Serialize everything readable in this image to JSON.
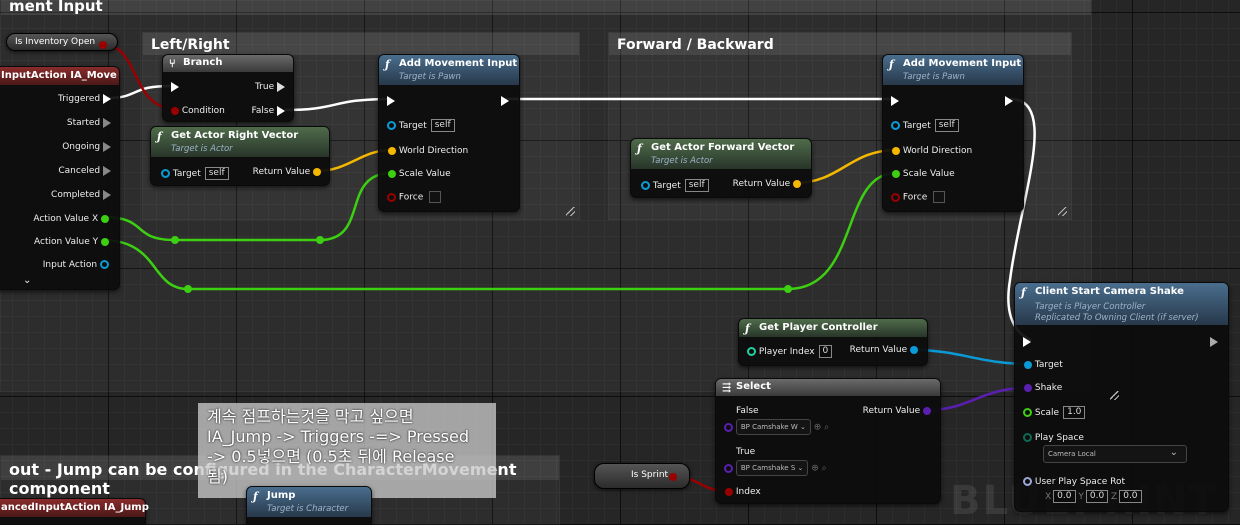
{
  "top_comment_title": "ment Input",
  "bottom_comment_title": "out - Jump can be configured in the CharacterMovement component",
  "watermark": "BLUEPRINT",
  "groups": {
    "left_right": "Left/Right",
    "forward_backward": "Forward / Backward"
  },
  "nodes": {
    "is_inventory_open": "Is Inventory Open",
    "is_sprint": "Is Sprint",
    "ia_move": {
      "title": "InputAction IA_Move",
      "pins": [
        "Triggered",
        "Started",
        "Ongoing",
        "Canceled",
        "Completed",
        "Action Value X",
        "Action Value Y",
        "Input Action"
      ]
    },
    "branch": {
      "title": "Branch",
      "condition": "Condition",
      "true_label": "True",
      "false_label": "False"
    },
    "right_vector": {
      "title": "Get Actor Right Vector",
      "subtitle": "Target is Actor",
      "target": "Target",
      "self": "self",
      "return_value": "Return Value"
    },
    "forward_vector": {
      "title": "Get Actor Forward Vector",
      "subtitle": "Target is Actor",
      "target": "Target",
      "self": "self",
      "return_value": "Return Value"
    },
    "add_movement_1": {
      "title": "Add Movement Input",
      "subtitle": "Target is Pawn",
      "target": "Target",
      "self": "self",
      "world_direction": "World Direction",
      "scale_value": "Scale Value",
      "force": "Force"
    },
    "add_movement_2": {
      "title": "Add Movement Input",
      "subtitle": "Target is Pawn",
      "target": "Target",
      "self": "self",
      "world_direction": "World Direction",
      "scale_value": "Scale Value",
      "force": "Force"
    },
    "camera_shake": {
      "title": "Client Start Camera Shake",
      "subtitle1": "Target is Player Controller",
      "subtitle2": "Replicated To Owning Client (if server)",
      "target": "Target",
      "shake": "Shake",
      "scale": "Scale",
      "scale_value": "1.0",
      "play_space": "Play Space",
      "play_space_value": "Camera Local",
      "user_rot": "User Play Space Rot",
      "rot_x": "0.0",
      "rot_y": "0.0",
      "rot_z": "0.0"
    },
    "get_player_controller": {
      "title": "Get Player Controller",
      "player_index": "Player Index",
      "index_value": "0",
      "return_value": "Return Value"
    },
    "select": {
      "title": "Select",
      "false_label": "False",
      "false_value": "BP Camshake W",
      "true_label": "True",
      "true_value": "BP Camshake S",
      "return_value": "Return Value",
      "index": "Index"
    },
    "jump": {
      "title": "Jump",
      "subtitle": "Target is Character"
    },
    "ia_jump": {
      "title": "ancedInputAction IA_Jump"
    }
  },
  "note": {
    "line1": "계속 점프하는것을 막고 싶으면",
    "line2": "IA_Jump -> Triggers -=> Pressed",
    "line3": "-> 0.5넣으면 (0.5초 뒤에 Release",
    "line4": "됨)"
  },
  "colors": {
    "exec": "#ffffff",
    "vector": "#f5b800",
    "float": "#3ccf12",
    "object": "#0a9bd6",
    "bool": "#9b0000",
    "class": "#5a1fb0"
  }
}
